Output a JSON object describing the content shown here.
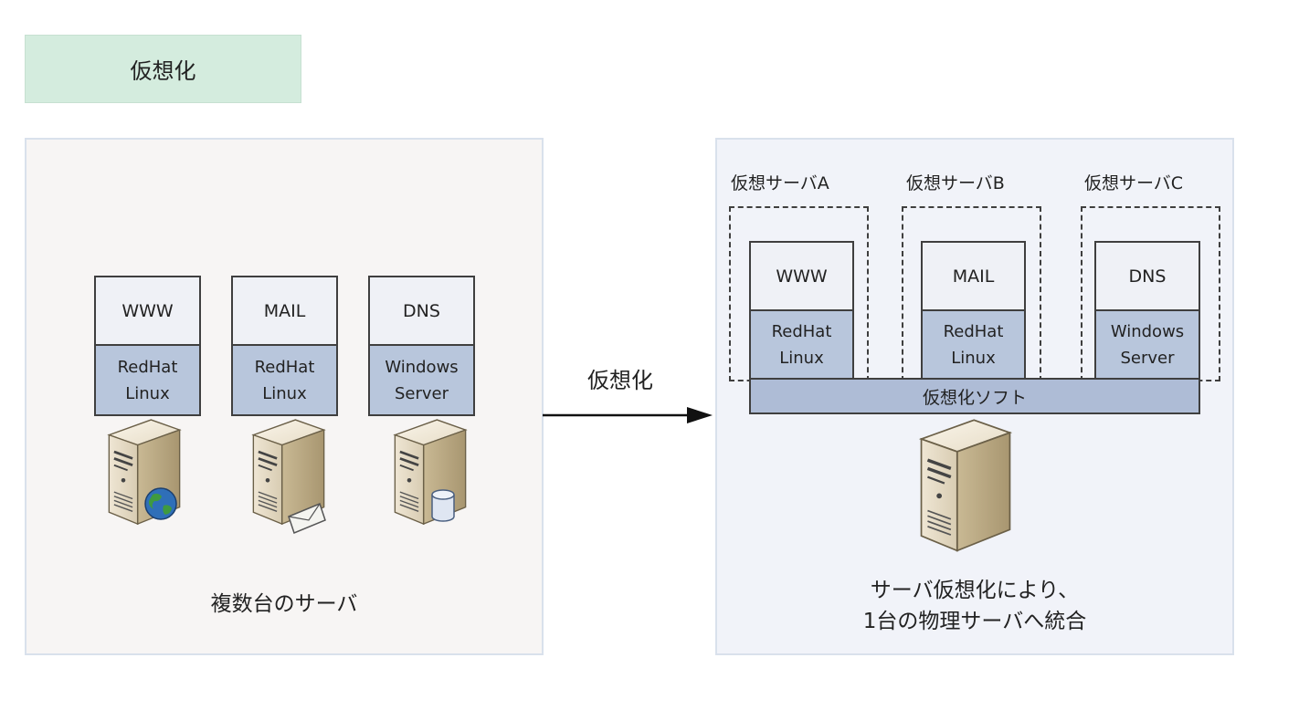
{
  "title": "仮想化",
  "left_panel": {
    "caption": "複数台のサーバ",
    "servers": [
      {
        "app": "WWW",
        "os_line1": "RedHat",
        "os_line2": "Linux",
        "badge": "globe-icon"
      },
      {
        "app": "MAIL",
        "os_line1": "RedHat",
        "os_line2": "Linux",
        "badge": "envelope-icon"
      },
      {
        "app": "DNS",
        "os_line1": "Windows",
        "os_line2": "Server",
        "badge": "database-icon"
      }
    ]
  },
  "arrow": {
    "label": "仮想化"
  },
  "right_panel": {
    "virtual_servers": [
      {
        "label": "仮想サーバA",
        "app": "WWW",
        "os_line1": "RedHat",
        "os_line2": "Linux"
      },
      {
        "label": "仮想サーバB",
        "app": "MAIL",
        "os_line1": "RedHat",
        "os_line2": "Linux"
      },
      {
        "label": "仮想サーバC",
        "app": "DNS",
        "os_line1": "Windows",
        "os_line2": "Server"
      }
    ],
    "hypervisor": "仮想化ソフト",
    "caption_line1": "サーバ仮想化により、",
    "caption_line2": "1台の物理サーバへ統合"
  },
  "colors": {
    "title_bg": "#d4ecde",
    "left_panel_bg": "#f7f5f4",
    "right_panel_bg": "#f1f3f9",
    "os_layer": "#b8c6dc",
    "hypervisor_layer": "#aebcd6"
  }
}
